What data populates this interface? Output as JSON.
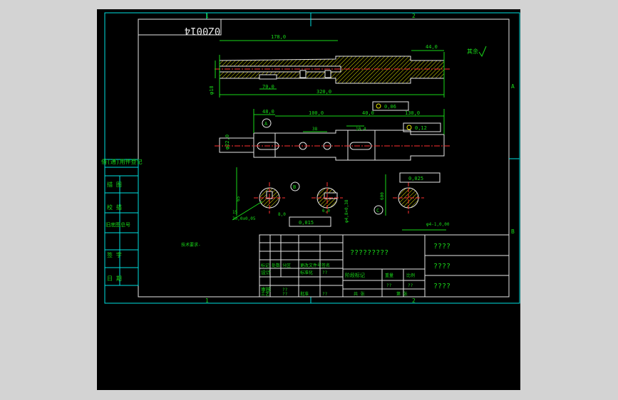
{
  "colors": {
    "background": "#d3d3d3",
    "viewport": "#000000",
    "frame": "#00e0e0",
    "dimension": "#19d919",
    "outline": "#e6e6e6",
    "hatch": "#e6e600",
    "center_line": "#ff3030"
  },
  "drawing": {
    "number": "0Z0014",
    "zone_top_left": "1",
    "zone_top_right": "2",
    "zone_bottom_left": "1",
    "zone_bottom_right": "2",
    "zone_side_a": "A",
    "zone_side_b": "B"
  },
  "left_column": {
    "header": "借(通)用件登记",
    "rows": [
      "描 图",
      "校 描",
      "旧底图总号",
      "签 字",
      "日 期"
    ]
  },
  "dimensions": {
    "length_178": "178,0",
    "length_44": "44,0",
    "length_320": "320,0",
    "length_70": "70,0",
    "length_48": "48,0",
    "length_100": "100,0",
    "length_40": "40,0",
    "length_130": "130,0",
    "dia_18": "φ18",
    "dia_22": "φ22,0",
    "tol_006": "0,06",
    "tol_012": "0,12",
    "tol_0015": "0,015",
    "tol_0025": "0,025",
    "chamfer_65": "65",
    "width_600": "600",
    "dim_38": "38",
    "dim_15": "15",
    "dim_104": "10,4",
    "datum_a": "A",
    "datum_b": "B",
    "datum_c": "C",
    "roughness_other": "其余",
    "section_width_1": "30,0±0,05",
    "section_key_1": "8,0",
    "section_key_2": "6,0",
    "section_dia": "φ4,8×0,38",
    "section_bottom_right": "φ4-1,0,00",
    "tech_note": "技术要求-"
  },
  "title_block": {
    "part_name": "?????????",
    "material": "????",
    "company": "????",
    "drawing_code": "????",
    "labels": {
      "mark": "标记",
      "count": "处数",
      "zone": "分区",
      "change_doc": "更改文件号",
      "signature": "签名",
      "date": "年月日",
      "design": "设计",
      "standardize": "标准化",
      "stage_mark": "阶段标记",
      "weight": "重量",
      "scale": "比例",
      "review": "审核",
      "process": "工艺",
      "approve": "批准",
      "sheet_count": "共 张",
      "sheet_no": "第 张",
      "q1": "??",
      "q2": "??",
      "q3": "??",
      "q4": "??",
      "q5": "??",
      "q6": "??"
    }
  }
}
